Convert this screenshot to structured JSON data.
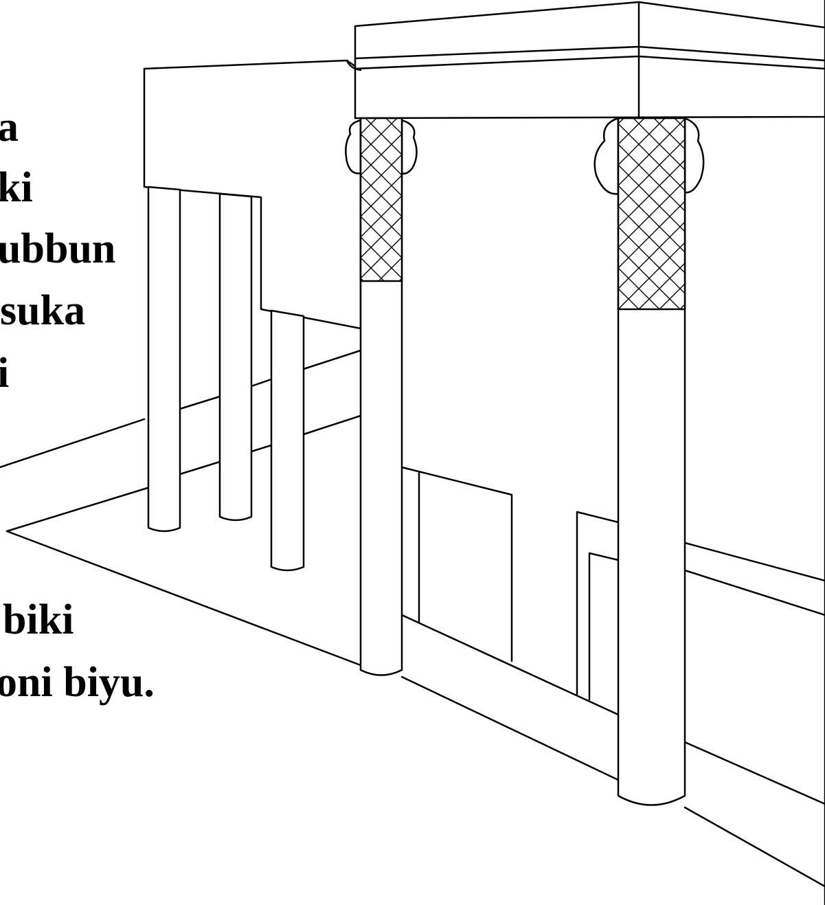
{
  "text_lines": [
    "a",
    "ki",
    "ubbun",
    "suka",
    "i",
    "biki",
    "oni biyu."
  ]
}
